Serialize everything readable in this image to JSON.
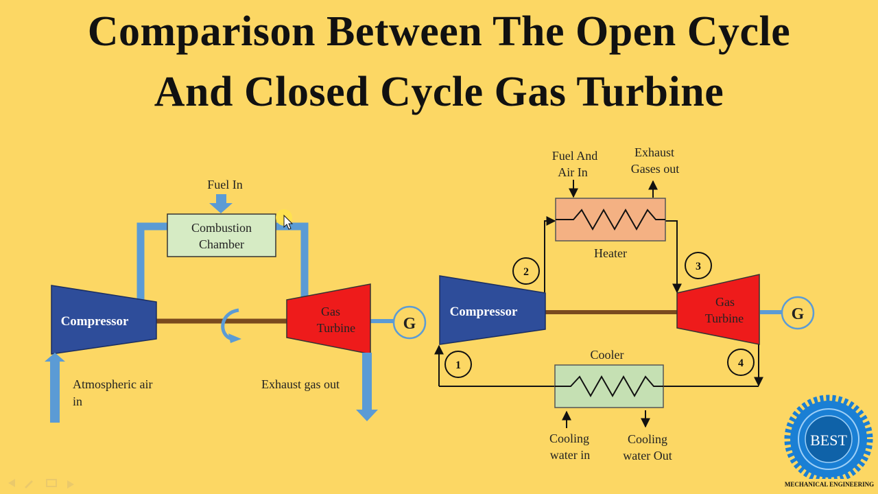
{
  "title": {
    "line1": "Comparison Between The Open Cycle",
    "line2": "And Closed Cycle Gas Turbine"
  },
  "open_cycle": {
    "fuel_in": "Fuel In",
    "combustion_line1": "Combustion",
    "combustion_line2": "Chamber",
    "compressor": "Compressor",
    "turbine_line1": "Gas",
    "turbine_line2": "Turbine",
    "generator": "G",
    "atmospheric_line1": "Atmospheric air",
    "atmospheric_line2": "in",
    "exhaust": "Exhaust gas out"
  },
  "closed_cycle": {
    "fuel_line1": "Fuel And",
    "fuel_line2": "Air In",
    "exhaust_line1": "Exhaust",
    "exhaust_line2": "Gases out",
    "heater": "Heater",
    "compressor": "Compressor",
    "turbine_line1": "Gas",
    "turbine_line2": "Turbine",
    "generator": "G",
    "cooler": "Cooler",
    "cooling_in_line1": "Cooling",
    "cooling_in_line2": "water in",
    "cooling_out_line1": "Cooling",
    "cooling_out_line2": "water Out",
    "state_1": "1",
    "state_2": "2",
    "state_3": "3",
    "state_4": "4"
  },
  "logo": {
    "text": "BEST",
    "caption": "MECHANICAL ENGINEERING"
  },
  "colors": {
    "background": "#fcd764",
    "compressor": "#2e4d9a",
    "turbine": "#ee1b1b",
    "pipe": "#5b9bd5",
    "shaft": "#7a4a1e",
    "combustion": "#d6ebc4",
    "heater": "#f4b183",
    "cooler": "#c5e0b3",
    "logo": "#1a7fd4"
  }
}
